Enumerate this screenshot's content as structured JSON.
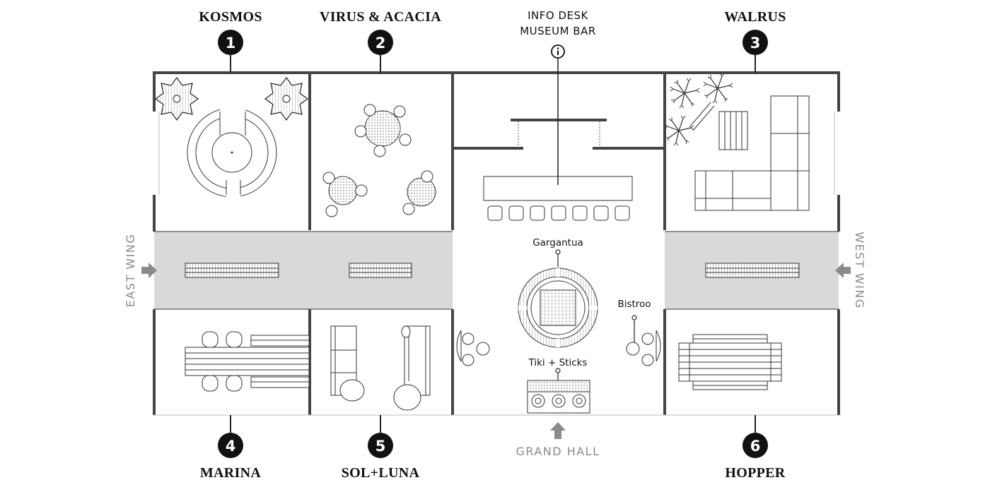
{
  "rooms": [
    {
      "number": "1",
      "name": "KOSMOS"
    },
    {
      "number": "2",
      "name": "VIRUS & ACACIA"
    },
    {
      "number": "3",
      "name": "WALRUS"
    },
    {
      "number": "4",
      "name": "MARINA"
    },
    {
      "number": "5",
      "name": "SOL+LUNA"
    },
    {
      "number": "6",
      "name": "HOPPER"
    }
  ],
  "info": {
    "line1": "INFO DESK",
    "line2": "MUSEUM BAR",
    "icon": "info-icon"
  },
  "wings": {
    "east": "EAST WING",
    "west": "WEST WING"
  },
  "entrance": {
    "label": "GRAND HALL"
  },
  "spots": {
    "gargantua": "Gargantua",
    "bistroo": "Bistroo",
    "tiki": "Tiki + Sticks"
  },
  "colors": {
    "wall": "#444444",
    "corridor": "#d9d9d9",
    "badge": "#111111",
    "wing_label": "#8a8a8a",
    "arrow": "#8a8a8a"
  }
}
